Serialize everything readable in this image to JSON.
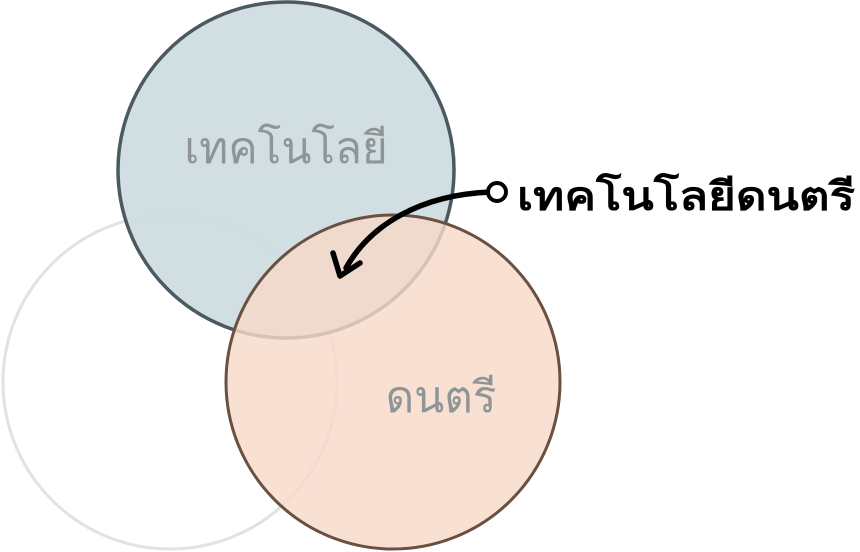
{
  "circles": {
    "technology": {
      "label": "เทคโนโลยี",
      "fill": "#cfdde2",
      "stroke": "#4a5a60"
    },
    "music": {
      "label": "ดนตรี",
      "fill": "#f6d9c9",
      "stroke": "#6a5040"
    },
    "faded": {
      "stroke": "#e2e2e2"
    }
  },
  "callout": {
    "label": "เทคโนโลยีดนตรี",
    "arrow_color": "#000000"
  }
}
